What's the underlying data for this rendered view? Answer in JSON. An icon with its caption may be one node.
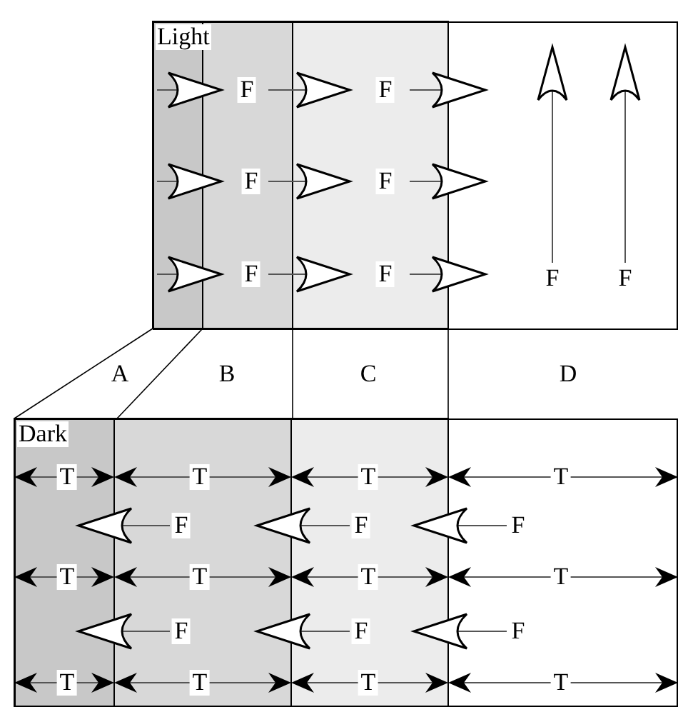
{
  "diagram": {
    "nodes": [
      {
        "text": [
          "Light"
        ]
      },
      {
        "text": [
          "Dark"
        ]
      }
    ],
    "labels": [
      "F",
      "F",
      "F",
      "F",
      "F",
      "F",
      "F",
      "F",
      "A",
      "B",
      "C",
      "D",
      "T",
      "T",
      "T",
      "T",
      "F",
      "F",
      "F",
      "T",
      "T",
      "T",
      "T",
      "F",
      "F",
      "F",
      "T",
      "T",
      "T",
      "T"
    ]
  }
}
